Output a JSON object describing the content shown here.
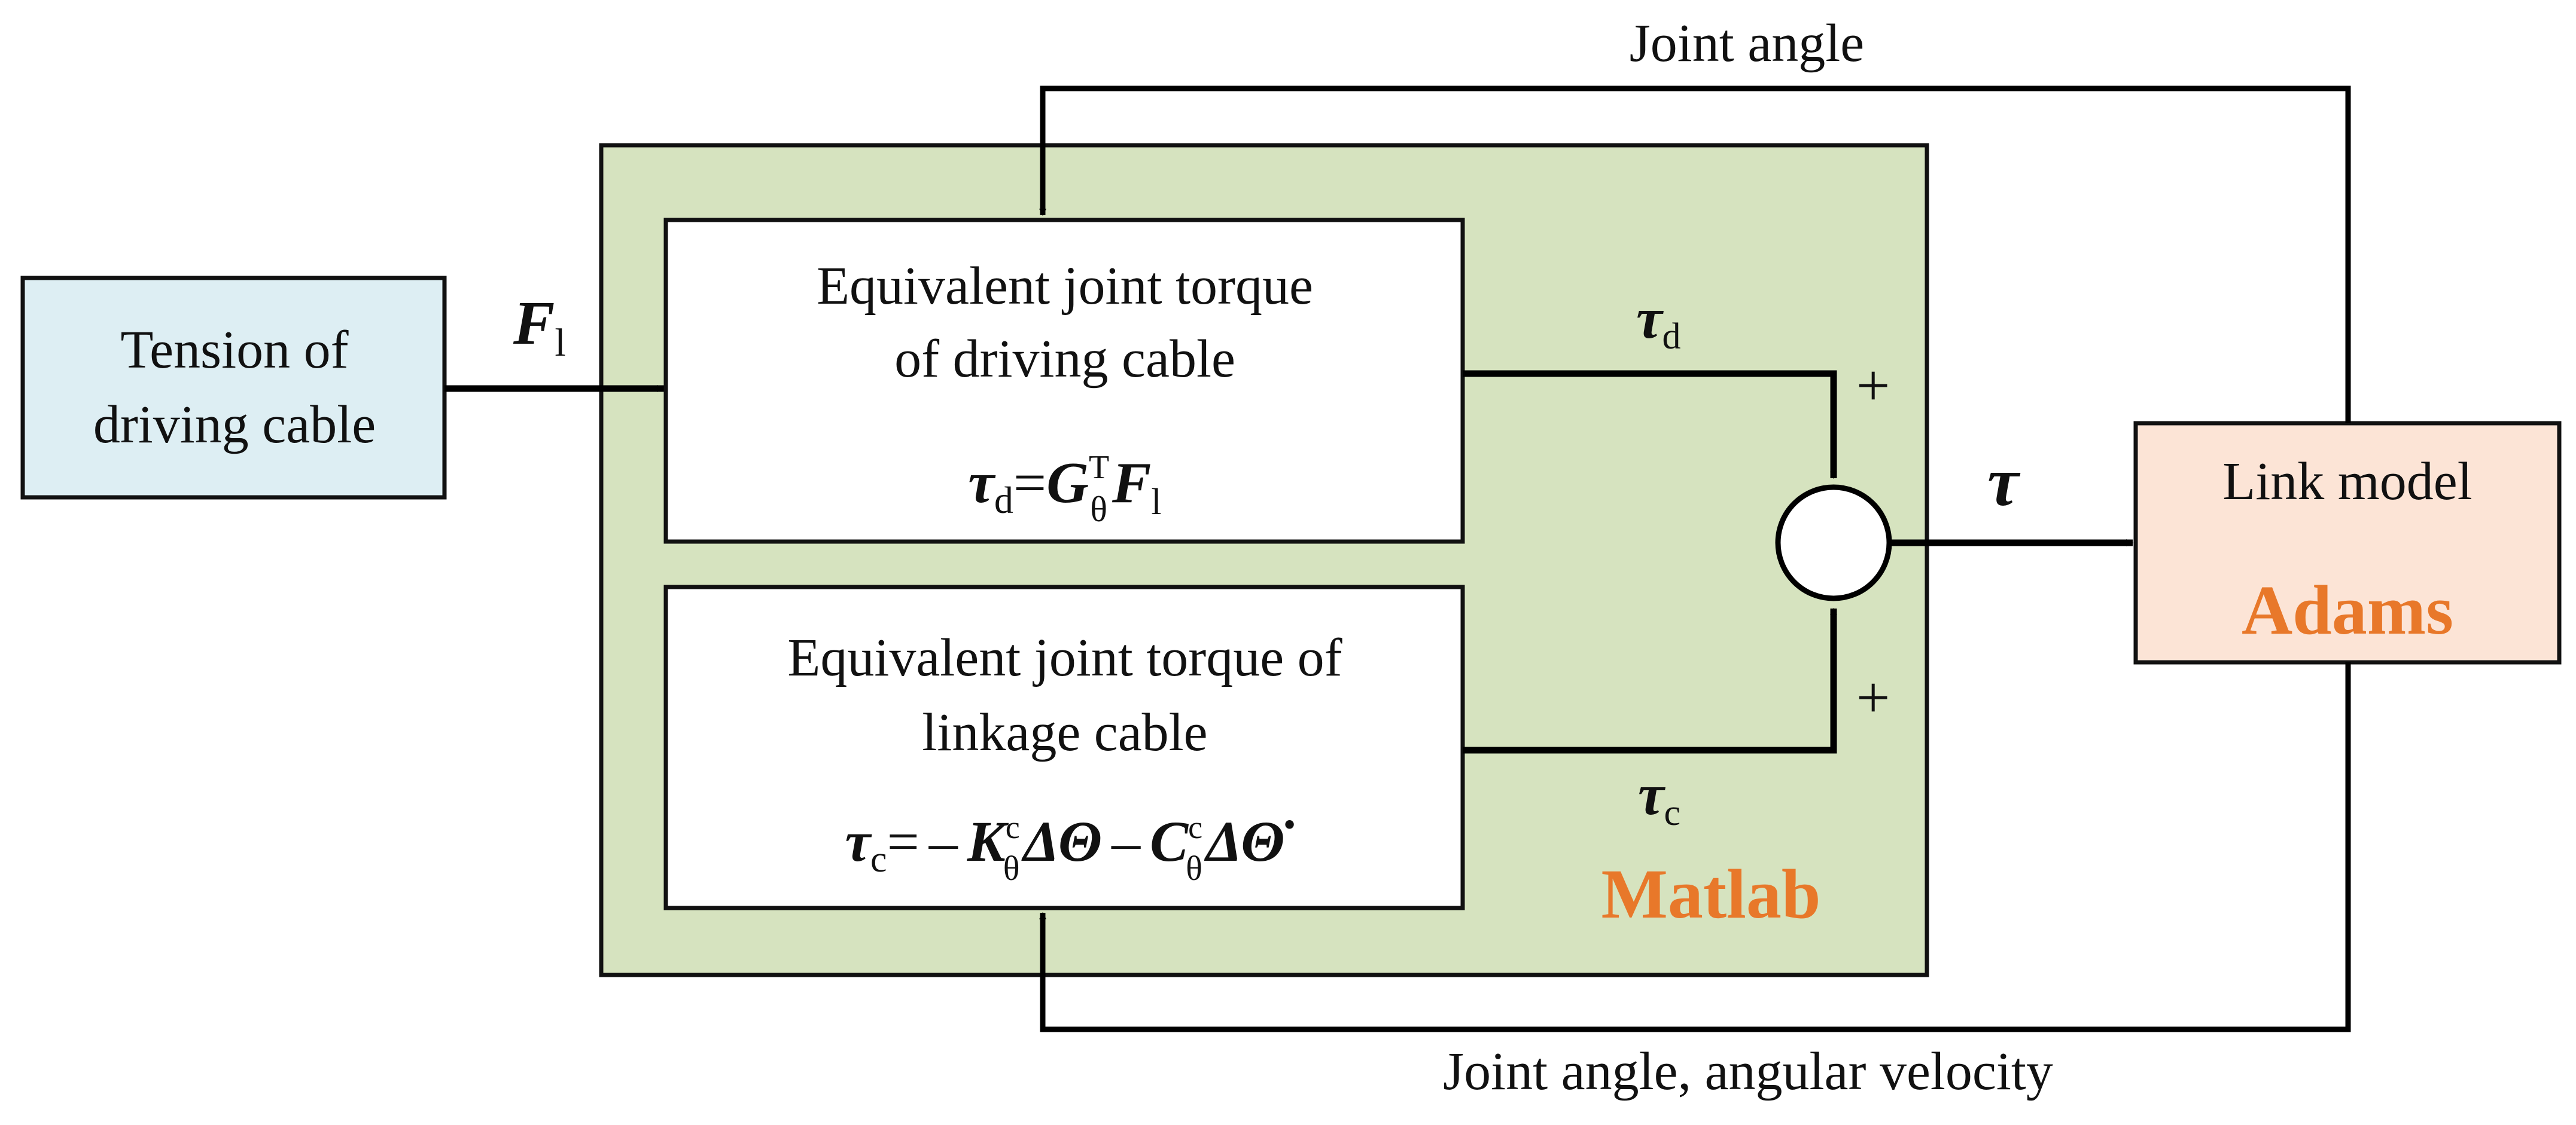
{
  "tension_block": {
    "line1": "Tension of",
    "line2": "driving cable"
  },
  "input_label": {
    "symbol": "F",
    "subscript": "l"
  },
  "matlab_block": {
    "label": "Matlab"
  },
  "driving_torque_block": {
    "line1": "Equivalent joint torque",
    "line2": "of driving cable",
    "equation": {
      "lhs": "τ",
      "lhs_sub": "d",
      "eq": "=",
      "G": "G",
      "G_sup": "T",
      "G_sub": "θ",
      "F": "F",
      "F_sub": "l"
    }
  },
  "linkage_torque_block": {
    "line1": "Equivalent joint torque of",
    "line2": "linkage cable",
    "equation": {
      "lhs": "τ",
      "lhs_sub": "c",
      "eq": "=",
      "minus1": "–",
      "K": "K",
      "K_sup": "c",
      "K_sub": "θ",
      "delta1": "ΔΘ",
      "minus2": "–",
      "C": "C",
      "C_sup": "c",
      "C_sub": "θ",
      "delta2": "ΔΘ̇"
    }
  },
  "tau_d_label": {
    "symbol": "τ",
    "subscript": "d"
  },
  "tau_c_label": {
    "symbol": "τ",
    "subscript": "c"
  },
  "plus_top": "+",
  "plus_bottom": "+",
  "tau_output_label": "τ",
  "link_block": {
    "line1": "Link model",
    "label": "Adams"
  },
  "feedback_top_label": "Joint angle",
  "feedback_bottom_label": "Joint angle, angular velocity",
  "colors": {
    "tension_fill": "#DDEEF3",
    "matlab_fill": "#D6E3BF",
    "link_fill": "#FCE4D6",
    "accent_orange": "#E8782A",
    "line": "#000000"
  }
}
